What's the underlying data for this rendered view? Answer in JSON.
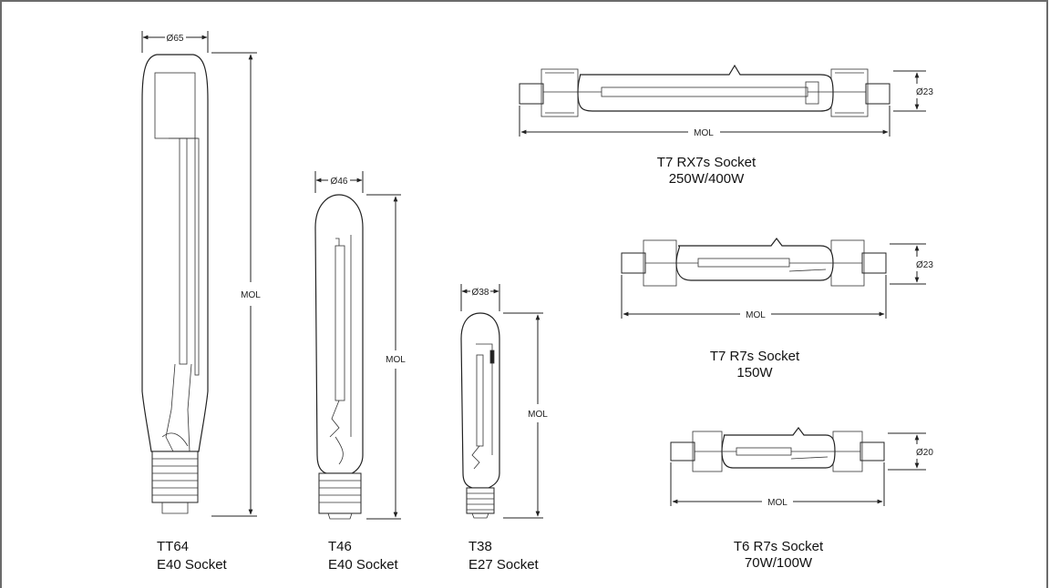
{
  "lamps": [
    {
      "name": "TT64",
      "socket": "E40 Socket",
      "diameter": "Ø65",
      "length": "MOL"
    },
    {
      "name": "T46",
      "socket": "E40 Socket",
      "diameter": "Ø46",
      "length": "MOL"
    },
    {
      "name": "T38",
      "socket": "E27 Socket",
      "diameter": "Ø38",
      "length": "MOL"
    }
  ],
  "linear_lamps": [
    {
      "title": "T7 RX7s Socket",
      "wattage": "250W/400W",
      "diameter": "Ø23",
      "length": "MOL"
    },
    {
      "title": "T7 R7s Socket",
      "wattage": "150W",
      "diameter": "Ø23",
      "length": "MOL"
    },
    {
      "title": "T6 R7s Socket",
      "wattage": "70W/100W",
      "diameter": "Ø20",
      "length": "MOL"
    }
  ]
}
